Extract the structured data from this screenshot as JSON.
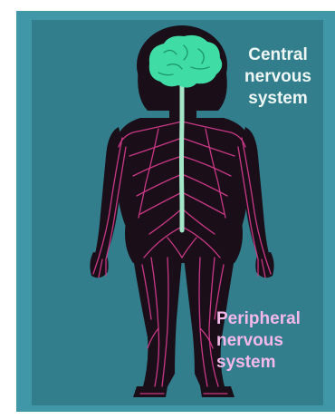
{
  "labels": {
    "central": [
      "Central",
      "nervous",
      "system"
    ],
    "peripheral": [
      "Peripheral",
      "nervous",
      "system"
    ]
  },
  "colors": {
    "frame": "#3f97a8",
    "panel": "#327e8d",
    "body": "#1a0f18",
    "brain": "#3fdca6",
    "spinal_cord": "#a4e6c8",
    "nerves": "#d33a8c",
    "central_text": "#eef7f4",
    "peripheral_text": "#f4b9ea"
  },
  "icons": [
    "brain-icon",
    "spinal-cord",
    "peripheral-nerves"
  ]
}
